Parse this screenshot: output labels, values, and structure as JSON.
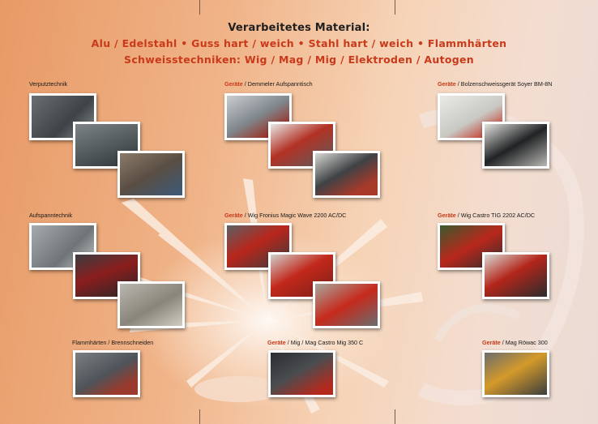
{
  "heading": "Verarbeitetes Material:",
  "materials_line": "Alu / Edelstahl  •  Guss hart / weich  •  Stahl hart / weich  •  Flammhärten",
  "techniques_line": "Schweisstechniken: Wig / Mag / Mig / Elektroden / Autogen",
  "sections": {
    "verputz": {
      "label": "Verputztechnik"
    },
    "aufspann": {
      "label": "Aufspanntechnik"
    },
    "flamm": {
      "label": "Flammhärten / Brennschneiden"
    },
    "demmeler": {
      "prefix": "Geräte",
      "label": " / Demmeler Aufspanntisch"
    },
    "fronius": {
      "prefix": "Geräte",
      "label": " / Wig Fronius Magic Wave 2200 AC/DC"
    },
    "castromig": {
      "prefix": "Geräte",
      "label": " / Mig / Mag Castro Mig 350 C"
    },
    "soyer": {
      "prefix": "Geräte",
      "label": " / Bolzenschweissgerät Soyer BM-8N"
    },
    "castrotig": {
      "prefix": "Geräte",
      "label": " / Wig Castro TIG 2202 AC/DC"
    },
    "rowac": {
      "prefix": "Geräte",
      "label": " / Mag Röwac 300"
    }
  },
  "colors": {
    "accent": "#c9391a",
    "heading": "#1f1f1f"
  }
}
